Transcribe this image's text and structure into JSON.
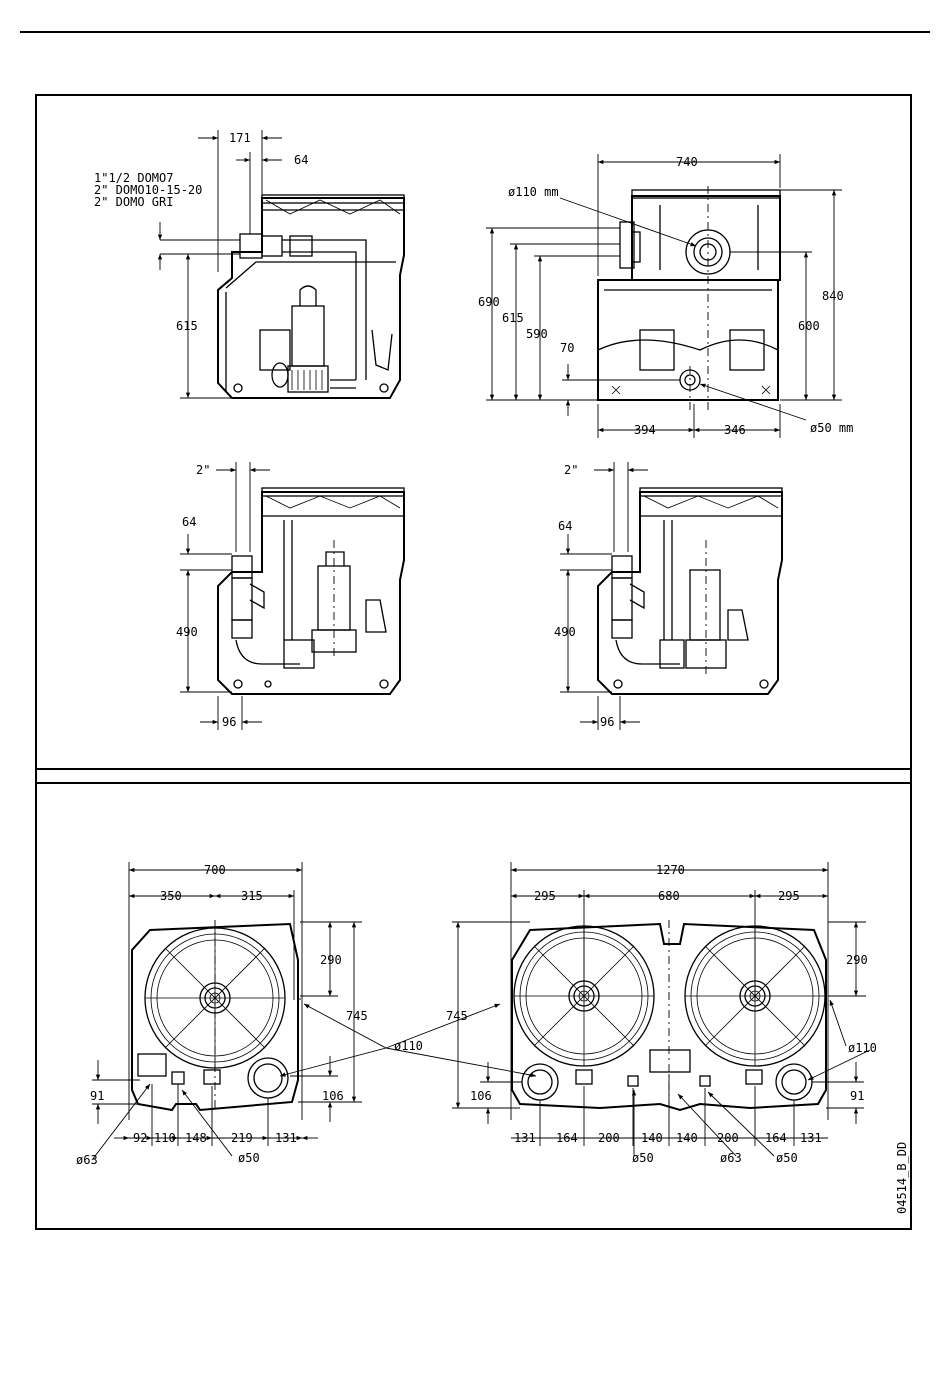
{
  "drawing_code": "04514_B_DD",
  "top_left": {
    "outlet_specs": [
      "1\"1/2 DOMO7",
      "2\"    DOMO10-15-20",
      "2\"    DOMO GRI"
    ],
    "dim_171": "171",
    "dim_64": "64",
    "dim_615": "615"
  },
  "top_right": {
    "dim_740": "740",
    "dia_110": "ø110 mm",
    "dim_690": "690",
    "dim_615": "615",
    "dim_590": "590",
    "dim_70": "70",
    "dim_840": "840",
    "dim_600": "600",
    "dim_394": "394",
    "dim_346": "346",
    "dia_50": "ø50 mm"
  },
  "mid_left": {
    "pipe": "2\"",
    "dim_64": "64",
    "dim_490": "490",
    "dim_96": "96"
  },
  "mid_right": {
    "pipe": "2\"",
    "dim_64": "64",
    "dim_490": "490",
    "dim_96": "96"
  },
  "bottom_left": {
    "dim_700": "700",
    "dim_350": "350",
    "dim_315": "315",
    "dim_290": "290",
    "dim_745": "745",
    "dim_91": "91",
    "dim_106": "106",
    "dim_92": "92",
    "dim_110": "110",
    "dim_148": "148",
    "dim_219": "219",
    "dim_131": "131",
    "dia_63": "ø63",
    "dia_50": "ø50"
  },
  "shared": {
    "dia_110": "ø110"
  },
  "bottom_right": {
    "dim_1270": "1270",
    "dim_295_left": "295",
    "dim_680": "680",
    "dim_295_right": "295",
    "dim_290": "290",
    "dim_745": "745",
    "dim_106": "106",
    "dim_91": "91",
    "row": [
      "131",
      "164",
      "200",
      "140",
      "140",
      "200",
      "164",
      "131"
    ],
    "dia_110": "ø110",
    "dia_50_a": "ø50",
    "dia_63": "ø63",
    "dia_50_b": "ø50"
  }
}
